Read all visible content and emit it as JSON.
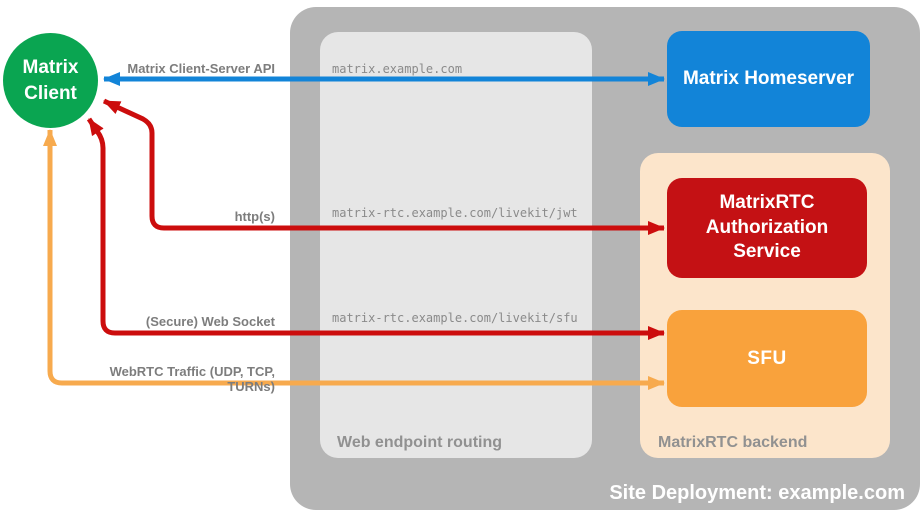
{
  "colors": {
    "client_green": "#0aa551",
    "homeserver_blue": "#1284d8",
    "auth_red": "#c41114",
    "sfu_orange": "#f9a23c",
    "backend_peach": "#fce5cb",
    "site_gray": "#b5b5b5",
    "routing_gray": "#e6e6e6",
    "arrow_blue": "#1284d8",
    "arrow_red": "#cc0d0d",
    "arrow_orange": "#f7aa4e"
  },
  "nodes": {
    "client": {
      "label": "Matrix\nClient"
    },
    "homeserver": {
      "label": "Matrix Homeserver"
    },
    "auth": {
      "label": "MatrixRTC Authorization Service"
    },
    "sfu": {
      "label": "SFU"
    }
  },
  "zones": {
    "site": {
      "label": "Site Deployment: example.com"
    },
    "routing": {
      "label": "Web endpoint routing"
    },
    "backend": {
      "label": "MatrixRTC backend"
    }
  },
  "edges": {
    "client_server": {
      "label": "Matrix Client-Server API"
    },
    "https": {
      "label": "http(s)"
    },
    "websocket": {
      "label": "(Secure) Web Socket"
    },
    "webrtc": {
      "label": "WebRTC Traffic (UDP, TCP, TURNs)"
    }
  },
  "endpoints": {
    "homeserver": "matrix.example.com",
    "jwt": "matrix-rtc.example.com/livekit/jwt",
    "sfu": "matrix-rtc.example.com/livekit/sfu"
  }
}
